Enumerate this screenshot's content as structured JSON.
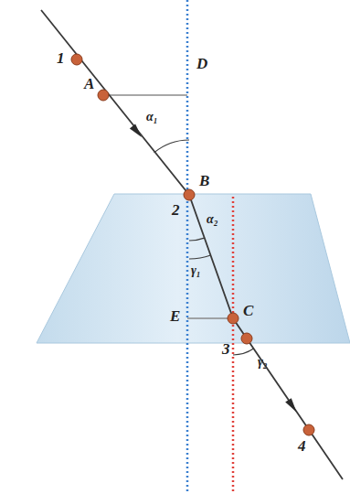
{
  "diagram": {
    "labels": [
      "1",
      "A",
      "D",
      "α₁",
      "B",
      "2",
      "α₂",
      "γ₁",
      "E",
      "C",
      "3",
      "γ₂",
      "4"
    ]
  }
}
